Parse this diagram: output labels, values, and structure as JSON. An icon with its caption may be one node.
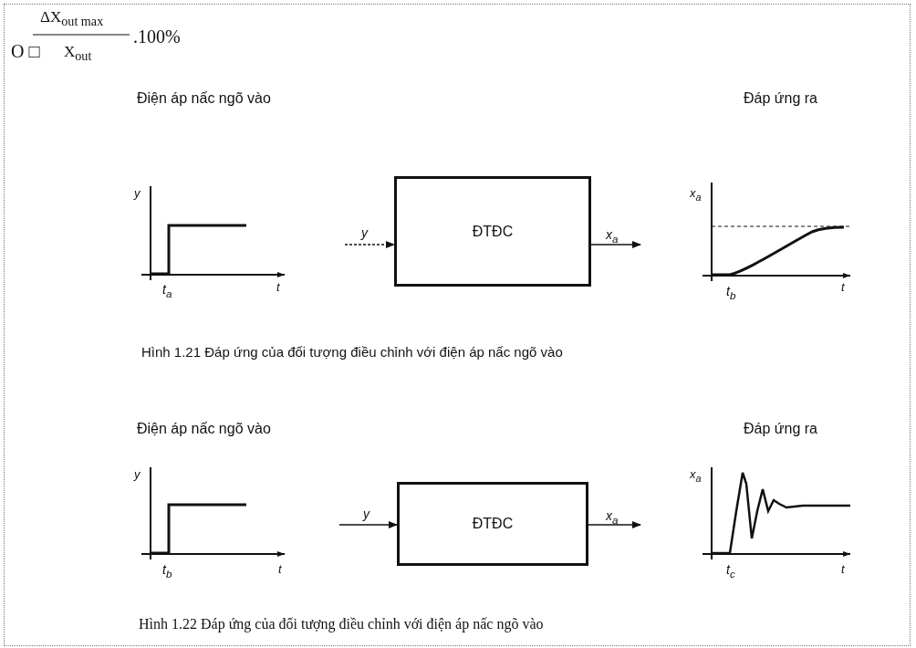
{
  "diagram": {
    "nodes": [
      {
        "text": [
          "ĐTĐC"
        ]
      },
      {
        "text": [
          "ĐTĐC"
        ]
      }
    ],
    "edges": [
      {
        "from": null,
        "to": 0,
        "arrow": "to",
        "label": "y",
        "style": "dashed"
      },
      {
        "from": 0,
        "to": null,
        "arrow": "to",
        "label": "x$_{a}$"
      },
      {
        "from": null,
        "to": 1,
        "arrow": "to",
        "label": "y"
      },
      {
        "from": 1,
        "to": null,
        "arrow": "to",
        "label": "x$_{a}$"
      }
    ],
    "labels": [
      "O □",
      "ΔX$_{out max}$",
      "X$_{out}$",
      ".100%",
      "Điện áp nấc ngõ vào",
      "Đáp ứng ra",
      "y",
      "x$_{a}$",
      "t$_{a}$",
      "t",
      "t$_{b}$",
      "t",
      "Hình 1.21 Đáp ứng của đối tượng điều chỉnh với điện áp nấc ngõ vào",
      "Điện áp nấc ngõ vào",
      "Đáp ứng ra",
      "y",
      "x$_{a}$",
      "t$_{b}$",
      "t",
      "t$_{c}$",
      "t",
      "Hình 1.22 Đáp ứng của đối tượng điều chỉnh với điện áp nấc ngõ vào"
    ]
  }
}
